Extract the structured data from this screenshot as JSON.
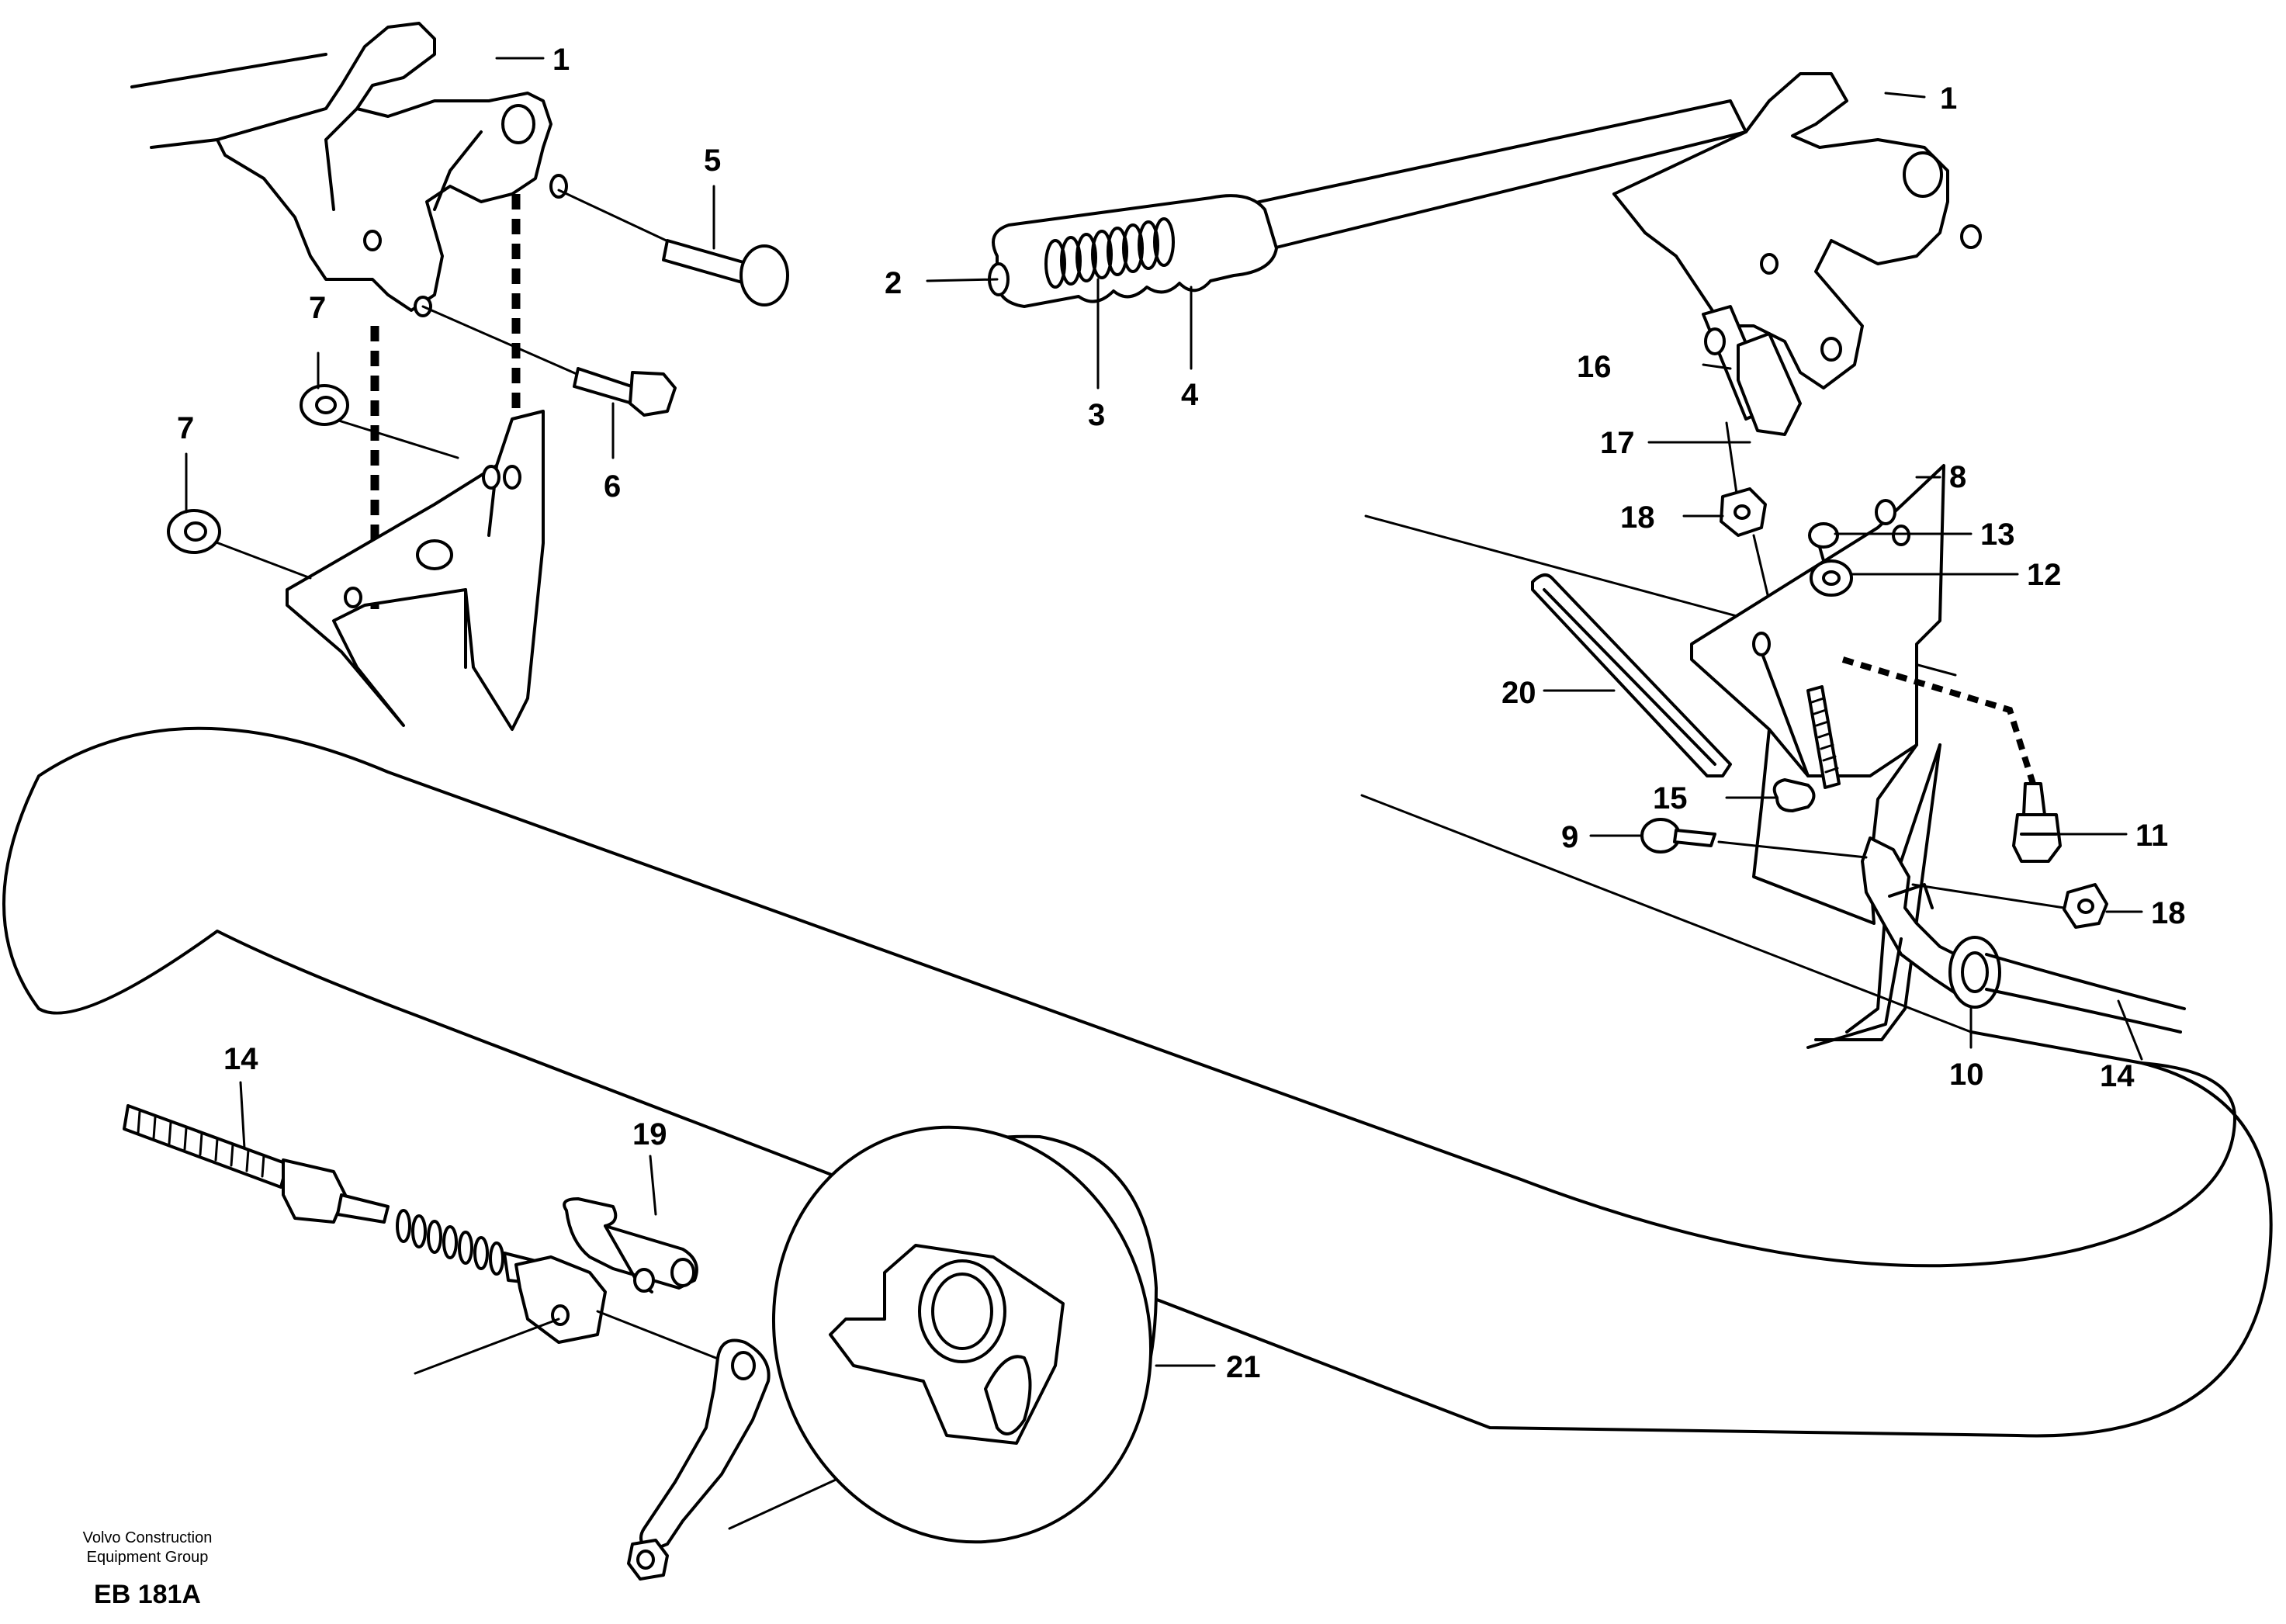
{
  "diagram": {
    "labels": {
      "l1a": "1",
      "l1b": "1",
      "l2": "2",
      "l3": "3",
      "l4": "4",
      "l5": "5",
      "l6": "6",
      "l7a": "7",
      "l7b": "7",
      "l8": "8",
      "l9": "9",
      "l10": "10",
      "l11": "11",
      "l12": "12",
      "l13": "13",
      "l14a": "14",
      "l14b": "14",
      "l15": "15",
      "l16": "16",
      "l17": "17",
      "l18a": "18",
      "l18b": "18",
      "l19": "19",
      "l20": "20",
      "l21": "21"
    }
  },
  "footer": {
    "company_line1": "Volvo Construction",
    "company_line2": "Equipment Group",
    "code": "EB 181A"
  }
}
